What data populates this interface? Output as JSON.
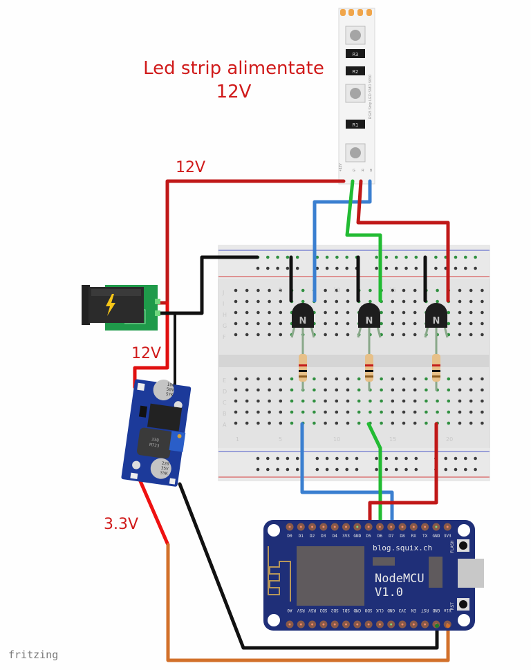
{
  "annotations": {
    "strip_title_line1": "Led strip alimentate",
    "strip_title_line2": "12V",
    "wire_12v_top": "12V",
    "wire_12v_mid": "12V",
    "wire_3v3": "3.3V"
  },
  "watermark": "fritzing",
  "led_strip": {
    "label": "RGB Strip LED SMD 5050",
    "pins": [
      "+12V",
      "G",
      "R",
      "B"
    ],
    "resistors": [
      "R3",
      "R2",
      "R1"
    ]
  },
  "power_jack": {
    "icon": "lightning-bolt-icon"
  },
  "buck_converter": {
    "cap1": [
      "100",
      "50V",
      "SYK"
    ],
    "inductor": [
      "330",
      "M723"
    ],
    "cap2": [
      "220",
      "35V",
      "SYK"
    ]
  },
  "breadboard": {
    "row_labels_top": [
      "J",
      "I",
      "H",
      "G",
      "F"
    ],
    "row_labels_bottom": [
      "E",
      "D",
      "C",
      "B",
      "A"
    ],
    "column_numbers": [
      "1",
      "5",
      "10",
      "15",
      "20"
    ],
    "transistor_label": "N",
    "transistor_count": 3
  },
  "nodemcu": {
    "top_pins": [
      "D0",
      "D1",
      "D2",
      "D3",
      "D4",
      "3V3",
      "GND",
      "D5",
      "D6",
      "D7",
      "D8",
      "RX",
      "TX",
      "GND",
      "3V3"
    ],
    "bottom_pins": [
      "A0",
      "RSV",
      "RSV",
      "SD3",
      "SD2",
      "SD1",
      "CMD",
      "SDO",
      "CLK",
      "GND",
      "3V3",
      "EN",
      "RST",
      "GND",
      "Vin"
    ],
    "site": "blog.squix.ch",
    "name_line1": "NodeMCU",
    "name_line2": "V1.0",
    "flash_label": "FLASH",
    "rst_label": "RST"
  },
  "colors": {
    "wire_red": "#c01818",
    "wire_bright_red": "#ee1111",
    "wire_green": "#22bb33",
    "wire_blue": "#3a7fd0",
    "wire_black": "#111111",
    "wire_orange": "#d2702a",
    "board_blue": "#1f2f78",
    "breadboard": "#e6e6e6"
  }
}
